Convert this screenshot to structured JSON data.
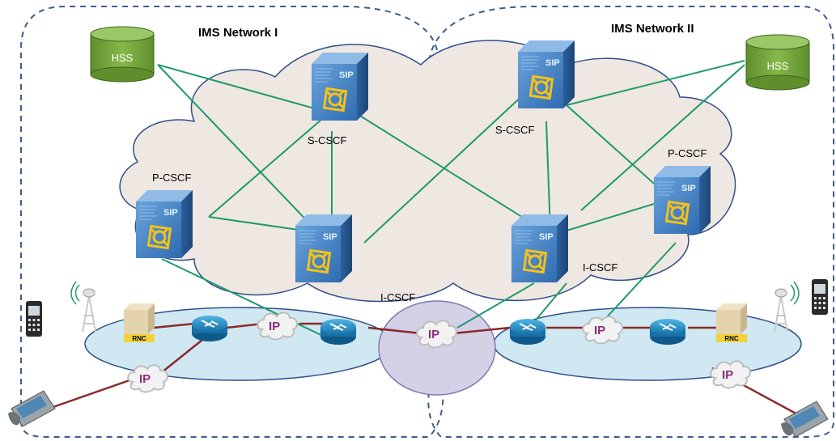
{
  "network_titles": [
    "IMS Network I",
    "IMS Network II"
  ],
  "hss_label": "HSS",
  "sip_label": "SIP",
  "ip_label": "IP",
  "rnc_label": "RNC",
  "node_labels": {
    "s_cscf_left": "S-CSCF",
    "s_cscf_right": "S-CSCF",
    "p_cscf_left": "P-CSCF",
    "p_cscf_right": "P-CSCF",
    "i_cscf_left": "I-CSCF",
    "i_cscf_right": "I-CSCF"
  },
  "colors": {
    "signaling_link": "#1e9a6a",
    "transport_link": "#8b2a2a",
    "cloud_fill": "#eee7e2",
    "access_fill": "#cfe8f2",
    "core_ip_fill": "#d4d0e6",
    "hss_fill": "#76a83c",
    "server_blue": "#3f7fc4",
    "router_blue": "#1a8fc8",
    "boundary": "#3a5d8c"
  }
}
